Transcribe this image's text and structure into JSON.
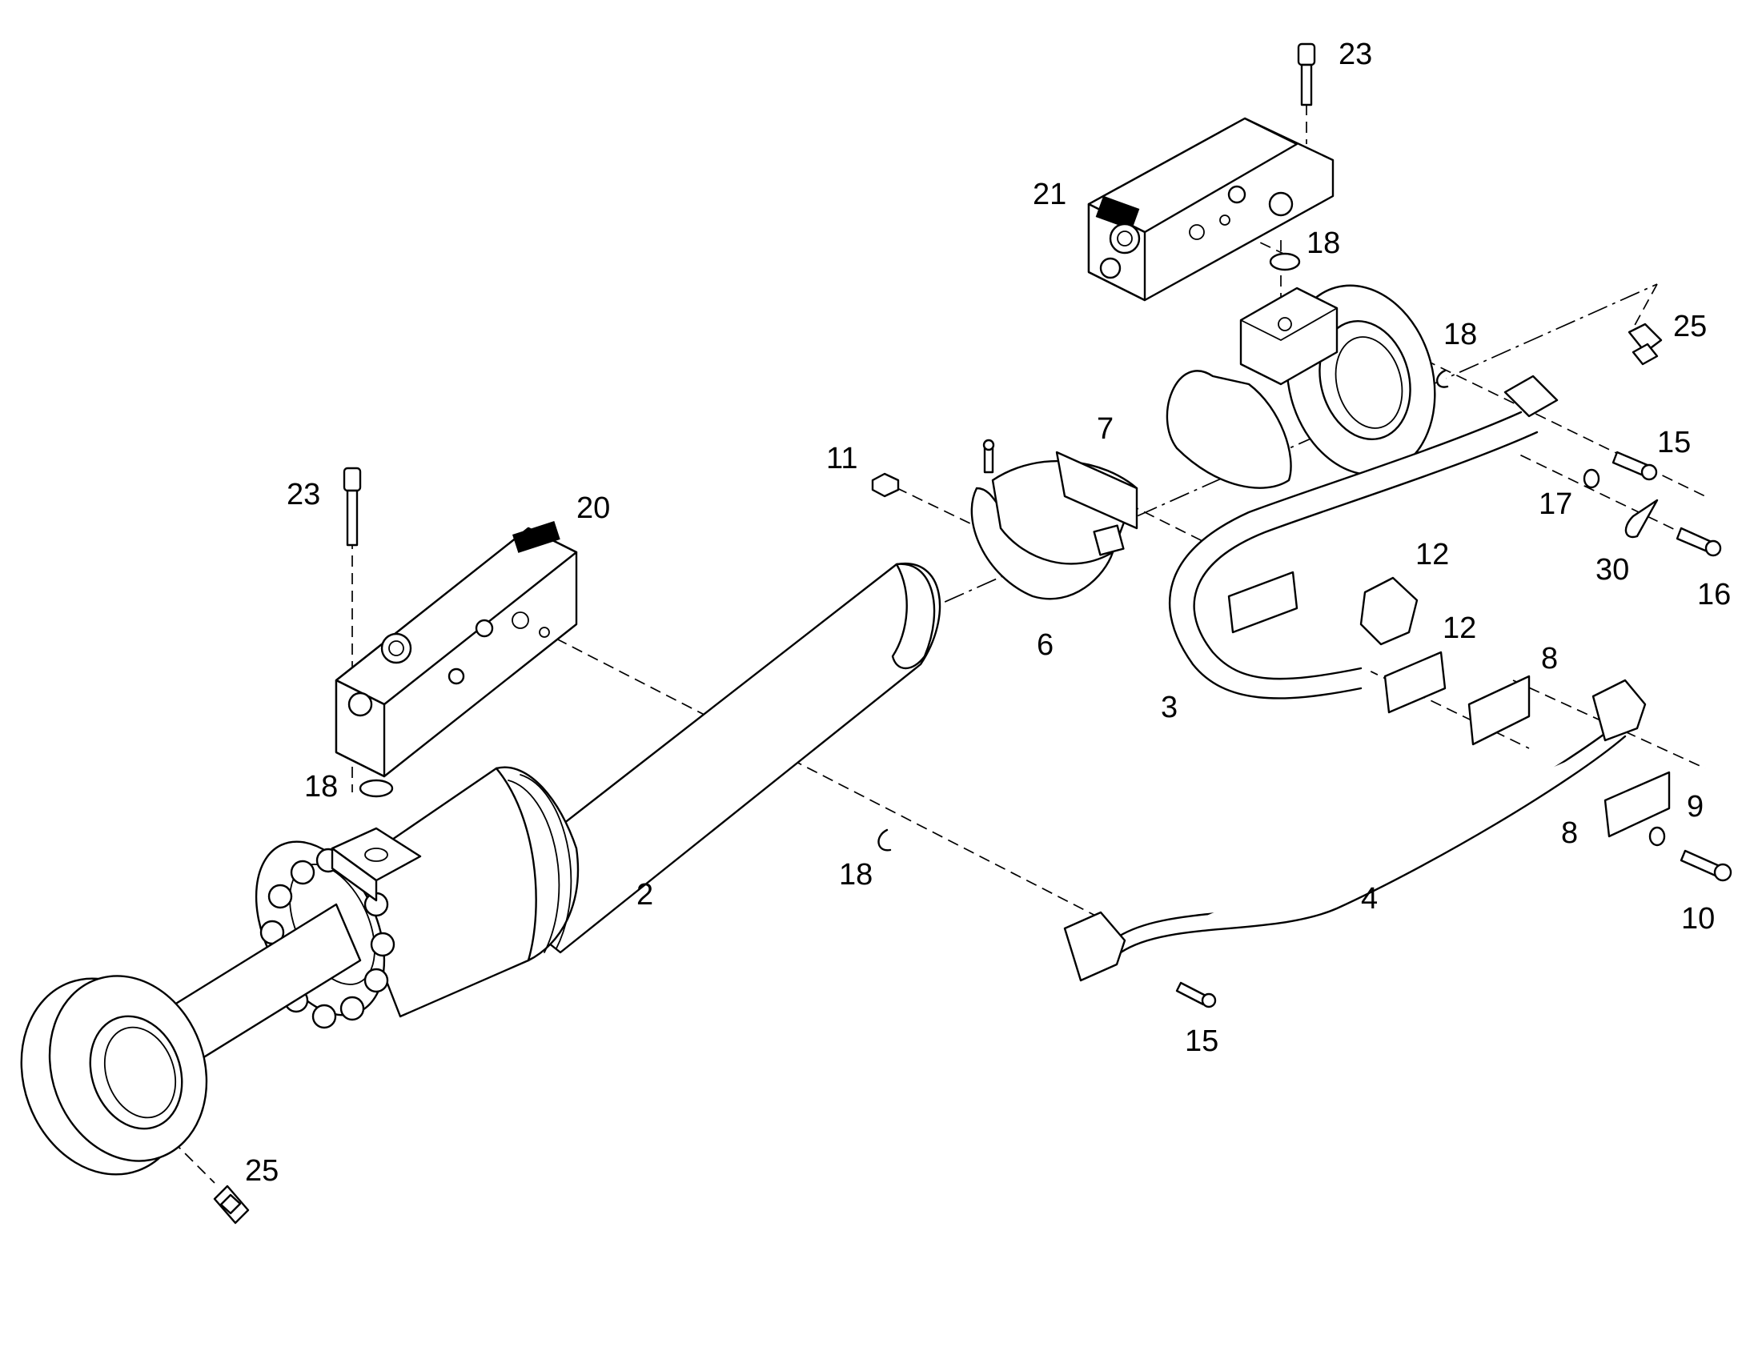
{
  "callouts": [
    {
      "id": "c23a",
      "text": "23"
    },
    {
      "id": "c21",
      "text": "21"
    },
    {
      "id": "c18a",
      "text": "18"
    },
    {
      "id": "c18b",
      "text": "18"
    },
    {
      "id": "c25a",
      "text": "25"
    },
    {
      "id": "c7",
      "text": "7"
    },
    {
      "id": "c11",
      "text": "11"
    },
    {
      "id": "c15a",
      "text": "15"
    },
    {
      "id": "c17",
      "text": "17"
    },
    {
      "id": "c23b",
      "text": "23"
    },
    {
      "id": "c20",
      "text": "20"
    },
    {
      "id": "c30",
      "text": "30"
    },
    {
      "id": "c16",
      "text": "16"
    },
    {
      "id": "c12a",
      "text": "12"
    },
    {
      "id": "c6",
      "text": "6"
    },
    {
      "id": "c12b",
      "text": "12"
    },
    {
      "id": "c8a",
      "text": "8"
    },
    {
      "id": "c3",
      "text": "3"
    },
    {
      "id": "c18c",
      "text": "18"
    },
    {
      "id": "c9",
      "text": "9"
    },
    {
      "id": "c8b",
      "text": "8"
    },
    {
      "id": "c2",
      "text": "2"
    },
    {
      "id": "c18d",
      "text": "18"
    },
    {
      "id": "c4",
      "text": "4"
    },
    {
      "id": "c10",
      "text": "10"
    },
    {
      "id": "c15b",
      "text": "15"
    },
    {
      "id": "c25b",
      "text": "25"
    }
  ]
}
